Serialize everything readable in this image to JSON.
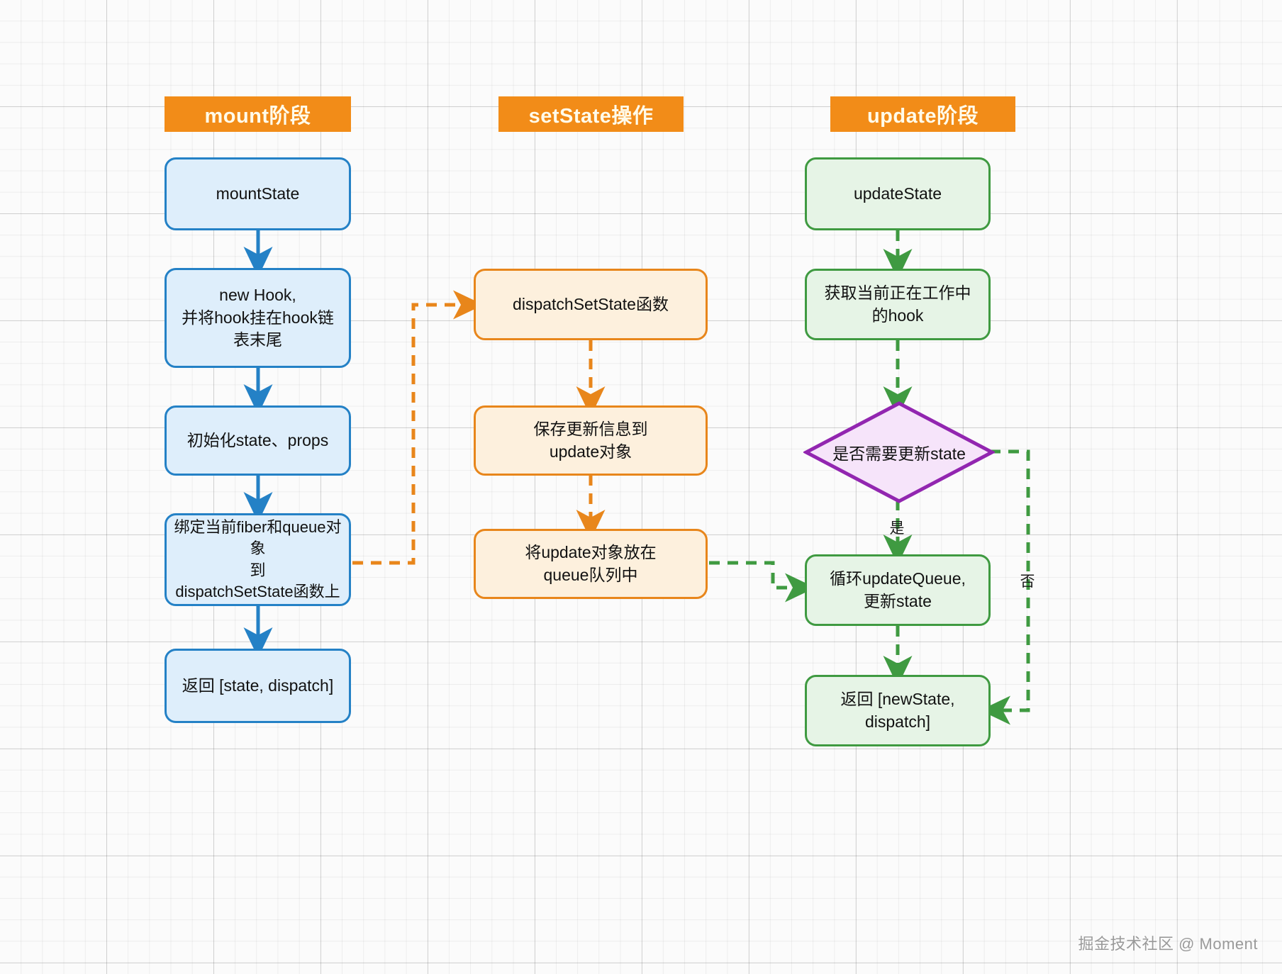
{
  "diagram": {
    "title_bars": [
      {
        "id": "mount",
        "label": "mount阶段"
      },
      {
        "id": "setstate",
        "label": "setState操作"
      },
      {
        "id": "update",
        "label": "update阶段"
      }
    ],
    "colors": {
      "header_bg": "#F28C18",
      "header_text": "#FFFBEA",
      "blue_border": "#2481C6",
      "blue_fill": "#DEEEFB",
      "orange_border": "#E8861B",
      "orange_fill": "#FDF0DD",
      "green_border": "#3F9A41",
      "green_fill": "#E6F4E6",
      "purple_border": "#9226B0",
      "purple_fill": "#F6E4FA",
      "grid": "#e3e3e3",
      "canvas": "#fbfbfb"
    },
    "columns": {
      "mount": {
        "nodes": [
          {
            "id": "mount-state",
            "label": "mountState"
          },
          {
            "id": "new-hook",
            "label": "new Hook,\n并将hook挂在hook链\n表末尾"
          },
          {
            "id": "init-state-props",
            "label": "初始化state、props"
          },
          {
            "id": "bind-fiber-queue",
            "label": "绑定当前fiber和queue对象\n到\ndispatchSetState函数上"
          },
          {
            "id": "return-state-dispatch",
            "label": "返回 [state, dispatch]"
          }
        ]
      },
      "setstate": {
        "nodes": [
          {
            "id": "dispatch-setstate-fn",
            "label": "dispatchSetState函数"
          },
          {
            "id": "save-update-info",
            "label": "保存更新信息到\nupdate对象"
          },
          {
            "id": "put-update-in-queue",
            "label": "将update对象放在\nqueue队列中"
          }
        ]
      },
      "update": {
        "nodes": [
          {
            "id": "update-state",
            "label": "updateState"
          },
          {
            "id": "get-working-hook",
            "label": "获取当前正在工作中\n的hook"
          },
          {
            "id": "decision-need-update",
            "label": "是否需要更新state",
            "shape": "diamond"
          },
          {
            "id": "loop-update-queue",
            "label": "循环updateQueue,\n更新state"
          },
          {
            "id": "return-newstate-dispatch",
            "label": "返回 [newState, dispatch]"
          }
        ]
      }
    },
    "edge_labels": [
      {
        "id": "yes",
        "label": "是"
      },
      {
        "id": "no",
        "label": "否"
      }
    ],
    "watermark": "掘金技术社区 @ Moment"
  }
}
